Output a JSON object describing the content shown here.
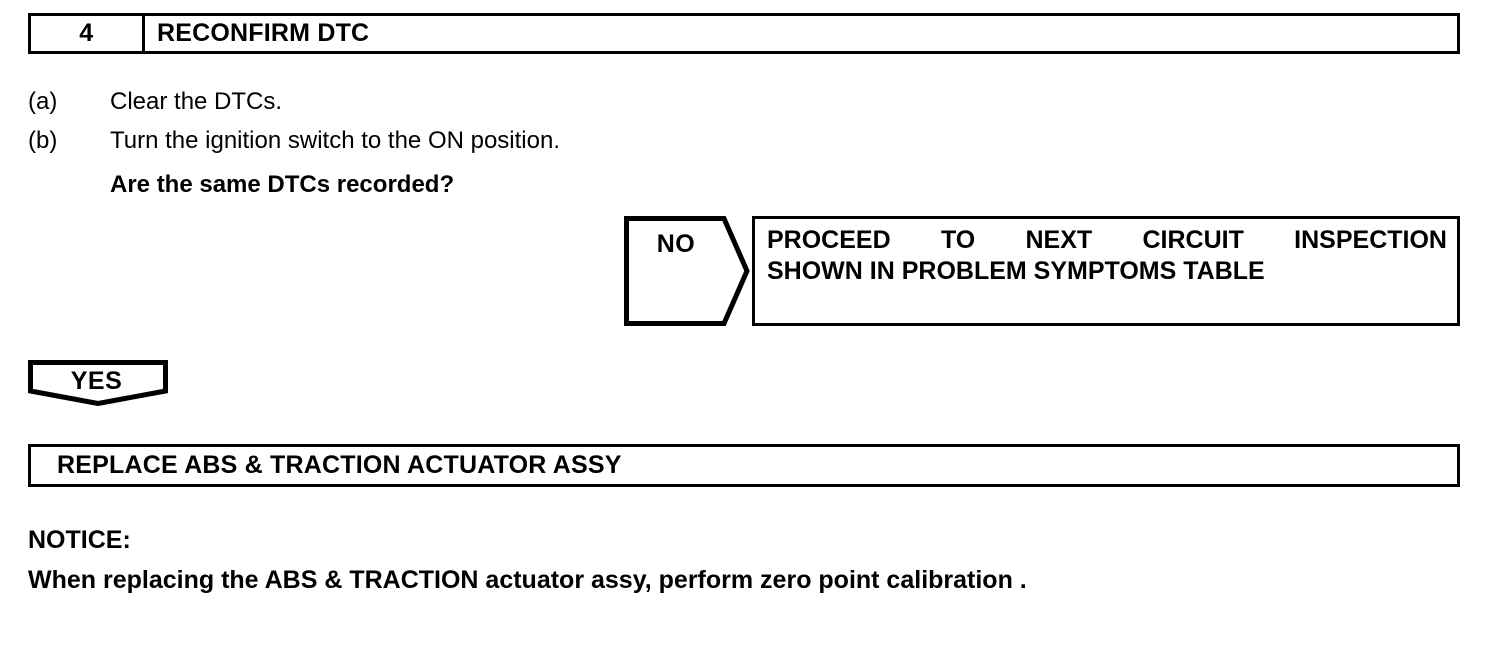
{
  "step": {
    "number": "4",
    "title": "RECONFIRM DTC"
  },
  "procedure": [
    {
      "label": "(a)",
      "text": "Clear the DTCs."
    },
    {
      "label": "(b)",
      "text": "Turn the ignition switch to the ON position."
    }
  ],
  "question": "Are the same DTCs recorded?",
  "branch_no": {
    "tag": "NO",
    "result_line_1_words": [
      "PROCEED",
      "TO",
      "NEXT",
      "CIRCUIT",
      "INSPECTION"
    ],
    "result_line_1": "PROCEED TO NEXT CIRCUIT INSPECTION",
    "result_line_2": "SHOWN IN PROBLEM SYMPTOMS TABLE"
  },
  "branch_yes": {
    "tag": "YES",
    "action": "REPLACE ABS & TRACTION ACTUATOR ASSY"
  },
  "notice": {
    "title": "NOTICE:",
    "body": "When replacing the ABS & TRACTION actuator assy, perform zero point calibration ."
  },
  "colors": {
    "ink": "#000000",
    "page": "#ffffff"
  }
}
